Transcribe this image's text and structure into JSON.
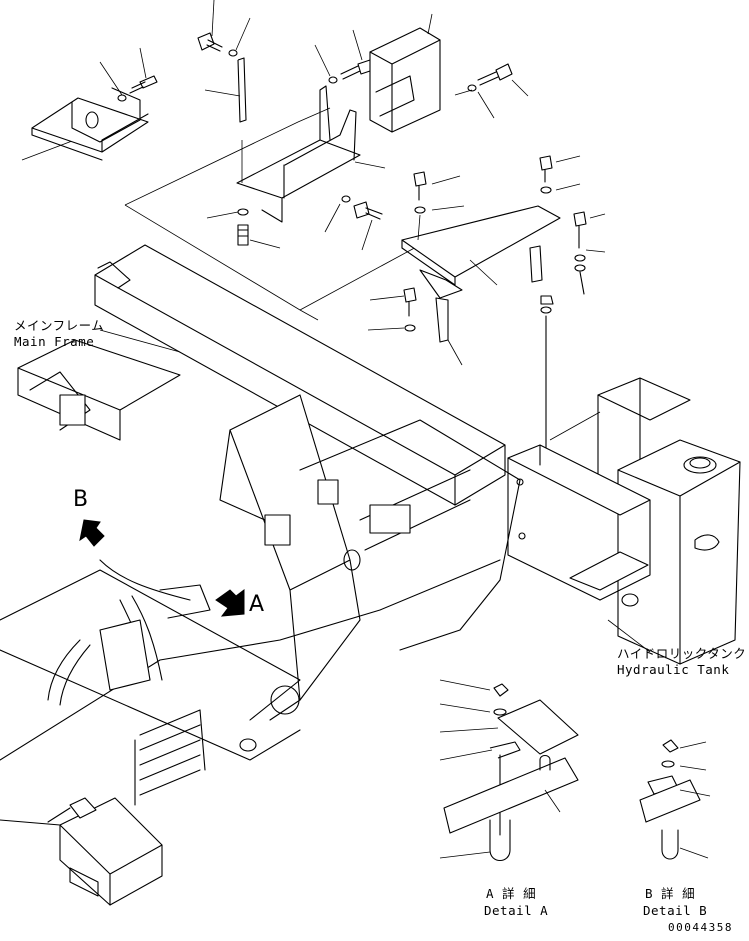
{
  "labels": {
    "main_frame_jp": "メインフレーム",
    "main_frame_en": "Main Frame",
    "hydraulic_tank_jp": "ハイドロリックタンク",
    "hydraulic_tank_en": "Hydraulic Tank",
    "view_a": "A",
    "view_b": "B",
    "detail_a_jp": "A 詳 細",
    "detail_a_en": "Detail A",
    "detail_b_jp": "B 詳 細",
    "detail_b_en": "Detail B",
    "drawing_number": "00044358"
  }
}
